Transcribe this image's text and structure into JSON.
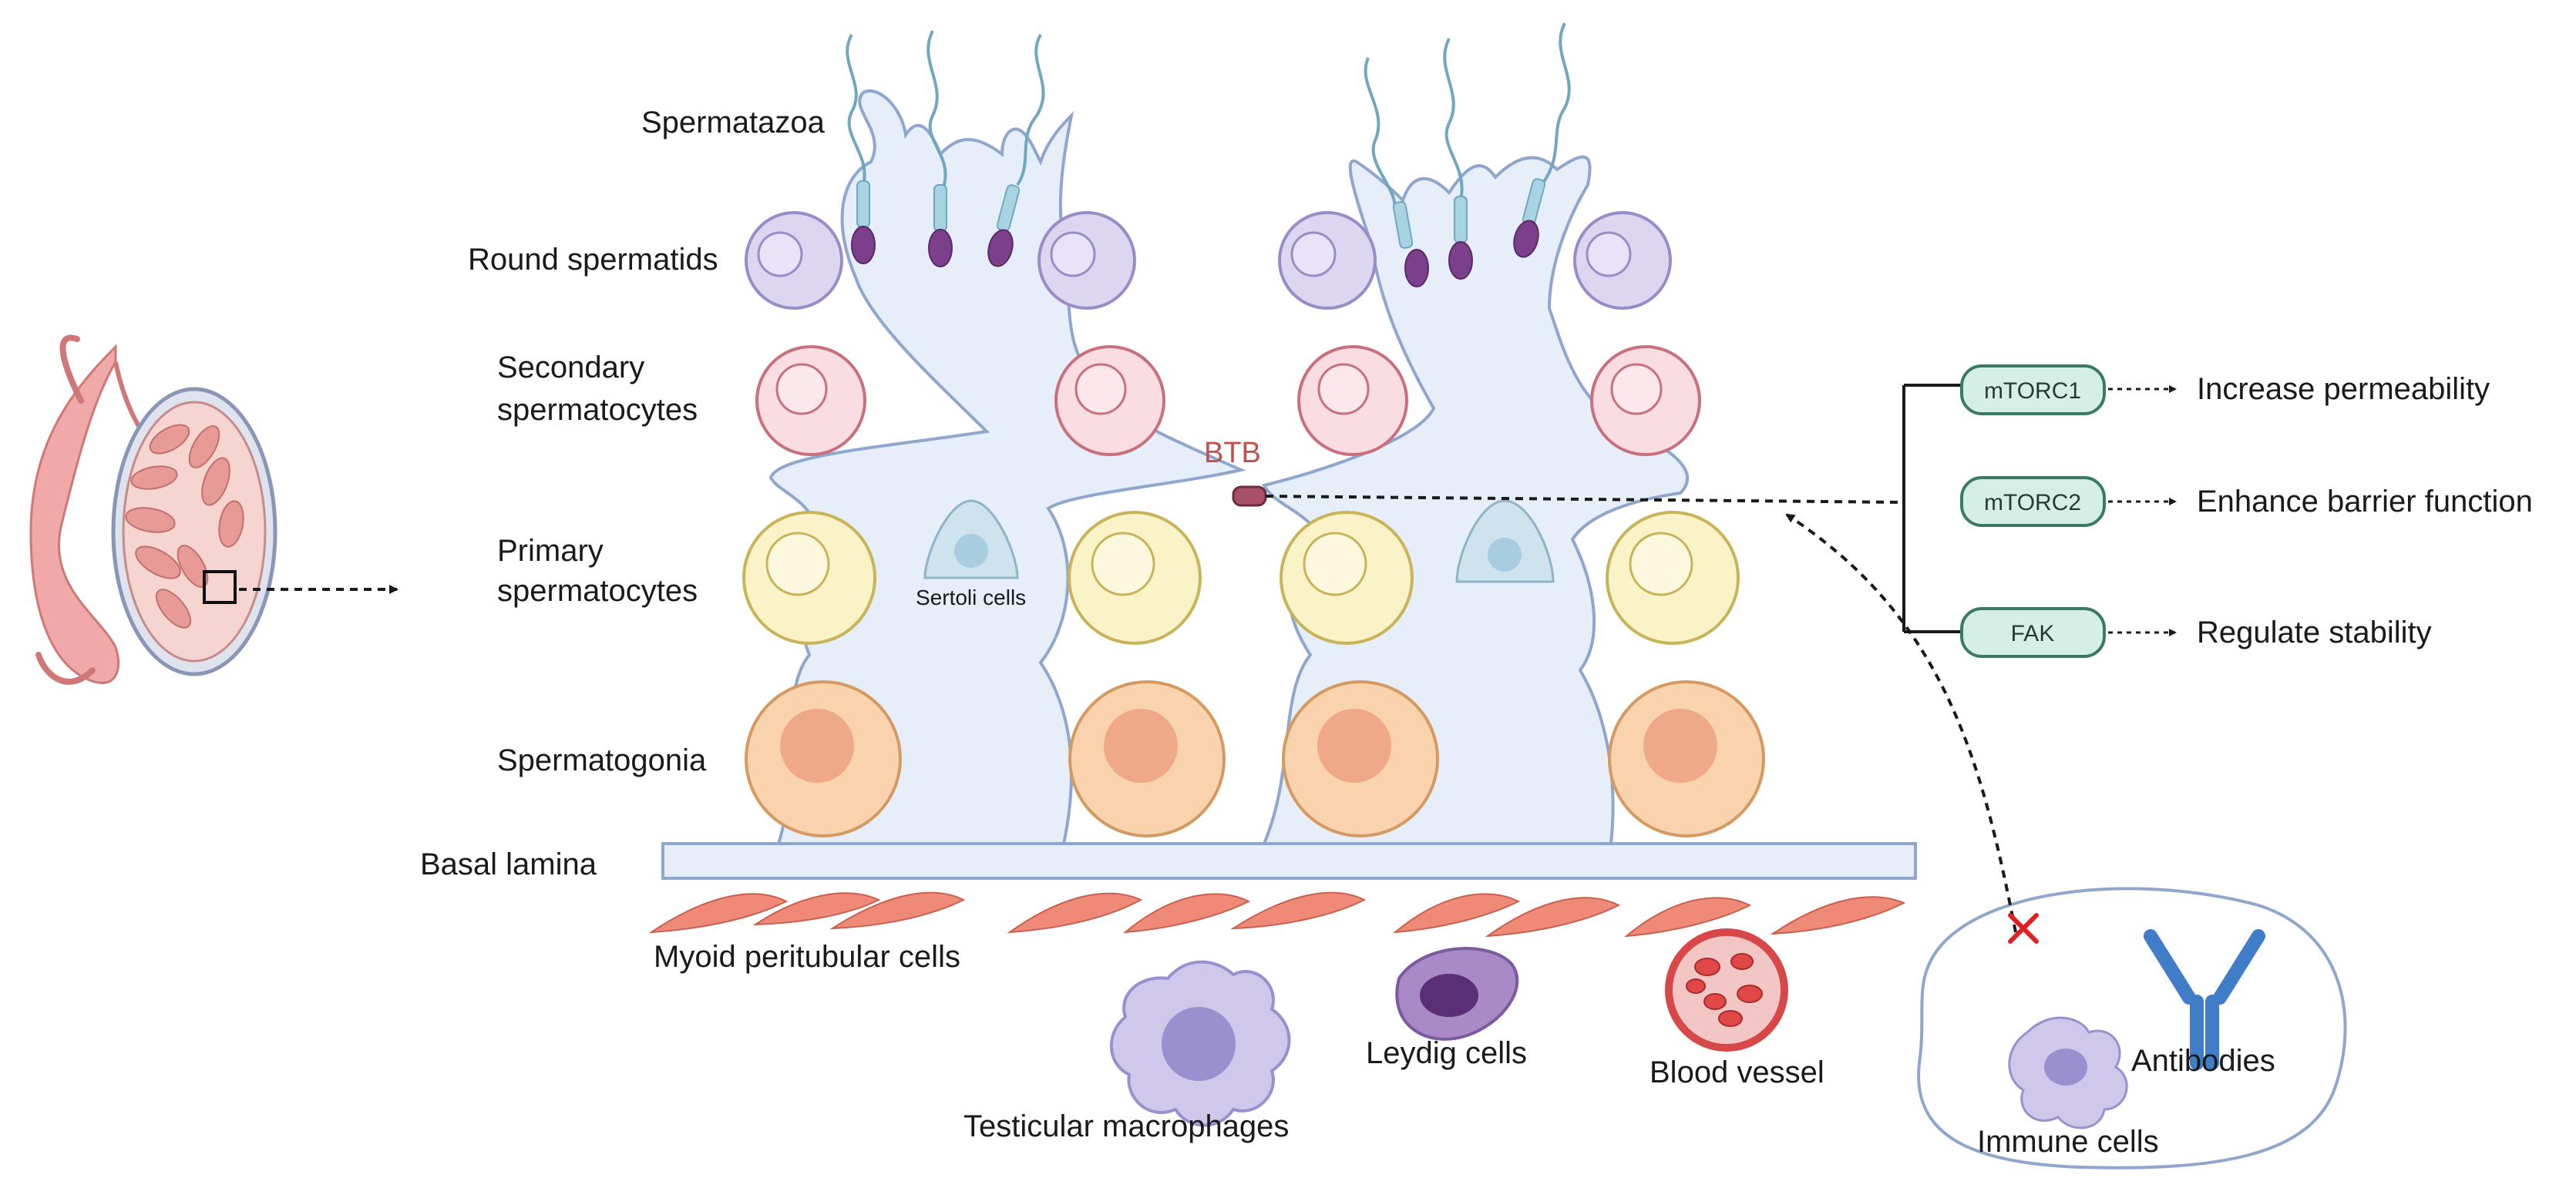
{
  "labels": {
    "spermatozoa": "Spermatazoa",
    "round_spermatids": "Round spermatids",
    "secondary_1": "Secondary",
    "secondary_2": "spermatocytes",
    "primary_1": "Primary",
    "primary_2": "spermatocytes",
    "spermatogonia": "Spermatogonia",
    "basal_lamina": "Basal lamina",
    "myoid": "Myoid peritubular cells",
    "sertoli": "Sertoli cells",
    "btb": "BTB",
    "macrophages": "Testicular macrophages",
    "leydig": "Leydig cells",
    "blood_vessel": "Blood vessel",
    "immune_cells": "Immune cells",
    "antibodies": "Antibodies"
  },
  "pathway": {
    "boxes": [
      "mTORC1",
      "mTORC2",
      "FAK"
    ],
    "effects": [
      "Increase permeability",
      "Enhance barrier function",
      "Regulate stability"
    ]
  },
  "colors": {
    "sertoli_fill": "#e6eef9",
    "sertoli_stroke": "#8fa6cf",
    "round_spermatid": "#ddd6f0",
    "secondary_spermatocyte": "#f9dde3",
    "primary_spermatocyte": "#faf3c8",
    "spermatogonia": "#f8d3ad",
    "pathway_box": "#d6efe6",
    "btb_label": "#c0504d",
    "block_cross": "#e02020"
  }
}
